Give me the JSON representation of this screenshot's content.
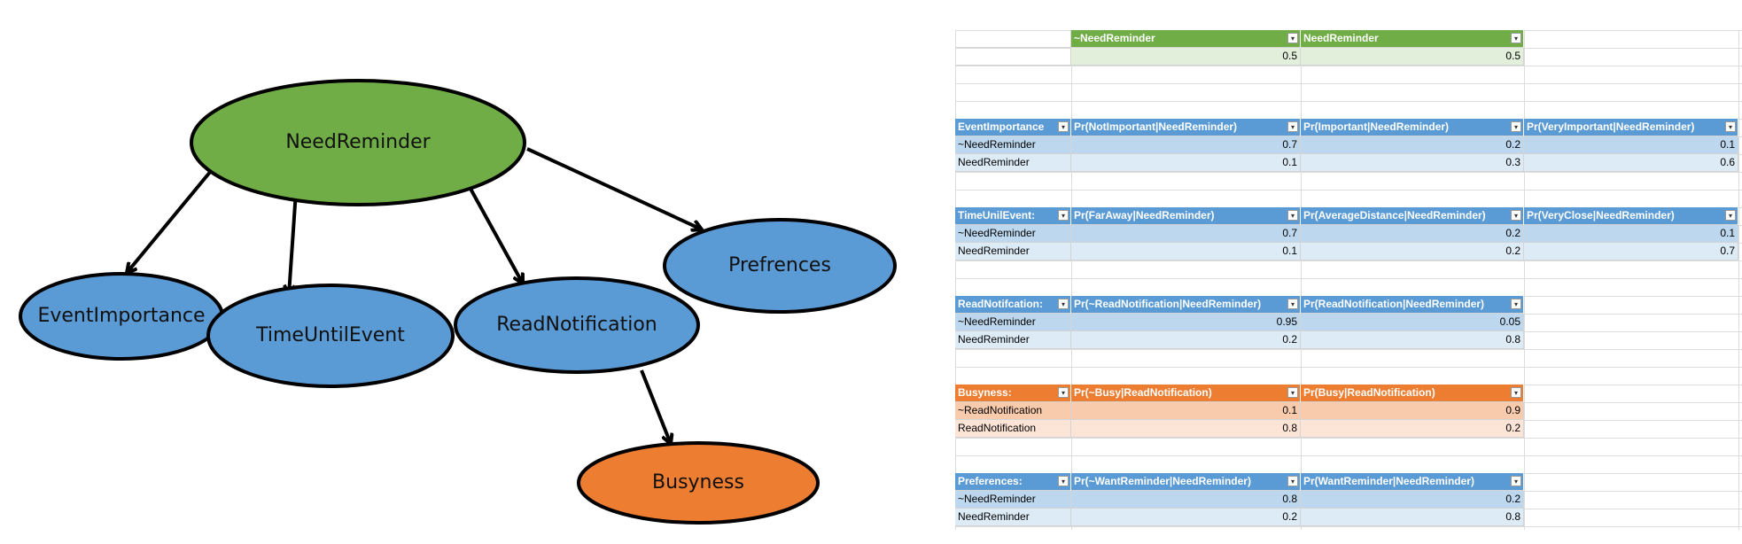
{
  "diagram": {
    "nodes": [
      {
        "id": "need-reminder",
        "label": "NeedReminder",
        "color": "#70ad47"
      },
      {
        "id": "event-importance",
        "label": "EventImportance",
        "color": "#5b9bd5"
      },
      {
        "id": "time-until-event",
        "label": "TimeUntilEvent",
        "color": "#5b9bd5"
      },
      {
        "id": "read-notification",
        "label": "ReadNotification",
        "color": "#5b9bd5"
      },
      {
        "id": "prefrences",
        "label": "Prefrences",
        "color": "#5b9bd5"
      },
      {
        "id": "busyness",
        "label": "Busyness",
        "color": "#ed7d31"
      }
    ],
    "edges": [
      {
        "from": "NeedReminder",
        "to": "EventImportance"
      },
      {
        "from": "NeedReminder",
        "to": "TimeUntilEvent"
      },
      {
        "from": "NeedReminder",
        "to": "ReadNotification"
      },
      {
        "from": "NeedReminder",
        "to": "Prefrences"
      },
      {
        "from": "ReadNotification",
        "to": "Busyness"
      }
    ]
  },
  "tables": [
    {
      "theme": "green",
      "header_color": "#70ad47",
      "row_colors": [
        "#e2efda",
        "#c6e0b4"
      ],
      "headers": [
        "",
        "~NeedReminder",
        "NeedReminder"
      ],
      "rows": [
        [
          "",
          "0.5",
          "0.5"
        ]
      ]
    },
    {
      "theme": "blue",
      "header_color": "#5b9bd5",
      "row_colors": [
        "#bdd7ee",
        "#ddebf7"
      ],
      "headers": [
        "EventImportance",
        "Pr(NotImportant|NeedReminder)",
        "Pr(Important|NeedReminder)",
        "Pr(VeryImportant|NeedReminder)"
      ],
      "rows": [
        [
          "~NeedReminder",
          "0.7",
          "0.2",
          "0.1"
        ],
        [
          "NeedReminder",
          "0.1",
          "0.3",
          "0.6"
        ]
      ]
    },
    {
      "theme": "blue",
      "header_color": "#5b9bd5",
      "row_colors": [
        "#bdd7ee",
        "#ddebf7"
      ],
      "headers": [
        "TimeUnilEvent:",
        "Pr(FarAway|NeedReminder)",
        "Pr(AverageDistance|NeedReminder)",
        "Pr(VeryClose|NeedReminder)"
      ],
      "rows": [
        [
          "~NeedReminder",
          "0.7",
          "0.2",
          "0.1"
        ],
        [
          "NeedReminder",
          "0.1",
          "0.2",
          "0.7"
        ]
      ]
    },
    {
      "theme": "blue",
      "header_color": "#5b9bd5",
      "row_colors": [
        "#bdd7ee",
        "#ddebf7"
      ],
      "headers": [
        "ReadNotifcation:",
        "Pr(~ReadNotification|NeedReminder)",
        "Pr(ReadNotification|NeedReminder)"
      ],
      "rows": [
        [
          "~NeedReminder",
          "0.95",
          "0.05"
        ],
        [
          "NeedReminder",
          "0.2",
          "0.8"
        ]
      ]
    },
    {
      "theme": "orange",
      "header_color": "#ed7d31",
      "row_colors": [
        "#f8cbad",
        "#fce4d6"
      ],
      "headers": [
        "Busyness:",
        "Pr(~Busy|ReadNotification)",
        "Pr(Busy|ReadNotification)"
      ],
      "rows": [
        [
          "~ReadNotification",
          "0.1",
          "0.9"
        ],
        [
          "ReadNotification",
          "0.8",
          "0.2"
        ]
      ]
    },
    {
      "theme": "blue",
      "header_color": "#5b9bd5",
      "row_colors": [
        "#bdd7ee",
        "#ddebf7"
      ],
      "headers": [
        "Preferences:",
        "Pr(~WantReminder|NeedReminder)",
        "Pr(WantReminder|NeedReminder)"
      ],
      "rows": [
        [
          "~NeedReminder",
          "0.8",
          "0.2"
        ],
        [
          "NeedReminder",
          "0.2",
          "0.8"
        ]
      ]
    }
  ]
}
